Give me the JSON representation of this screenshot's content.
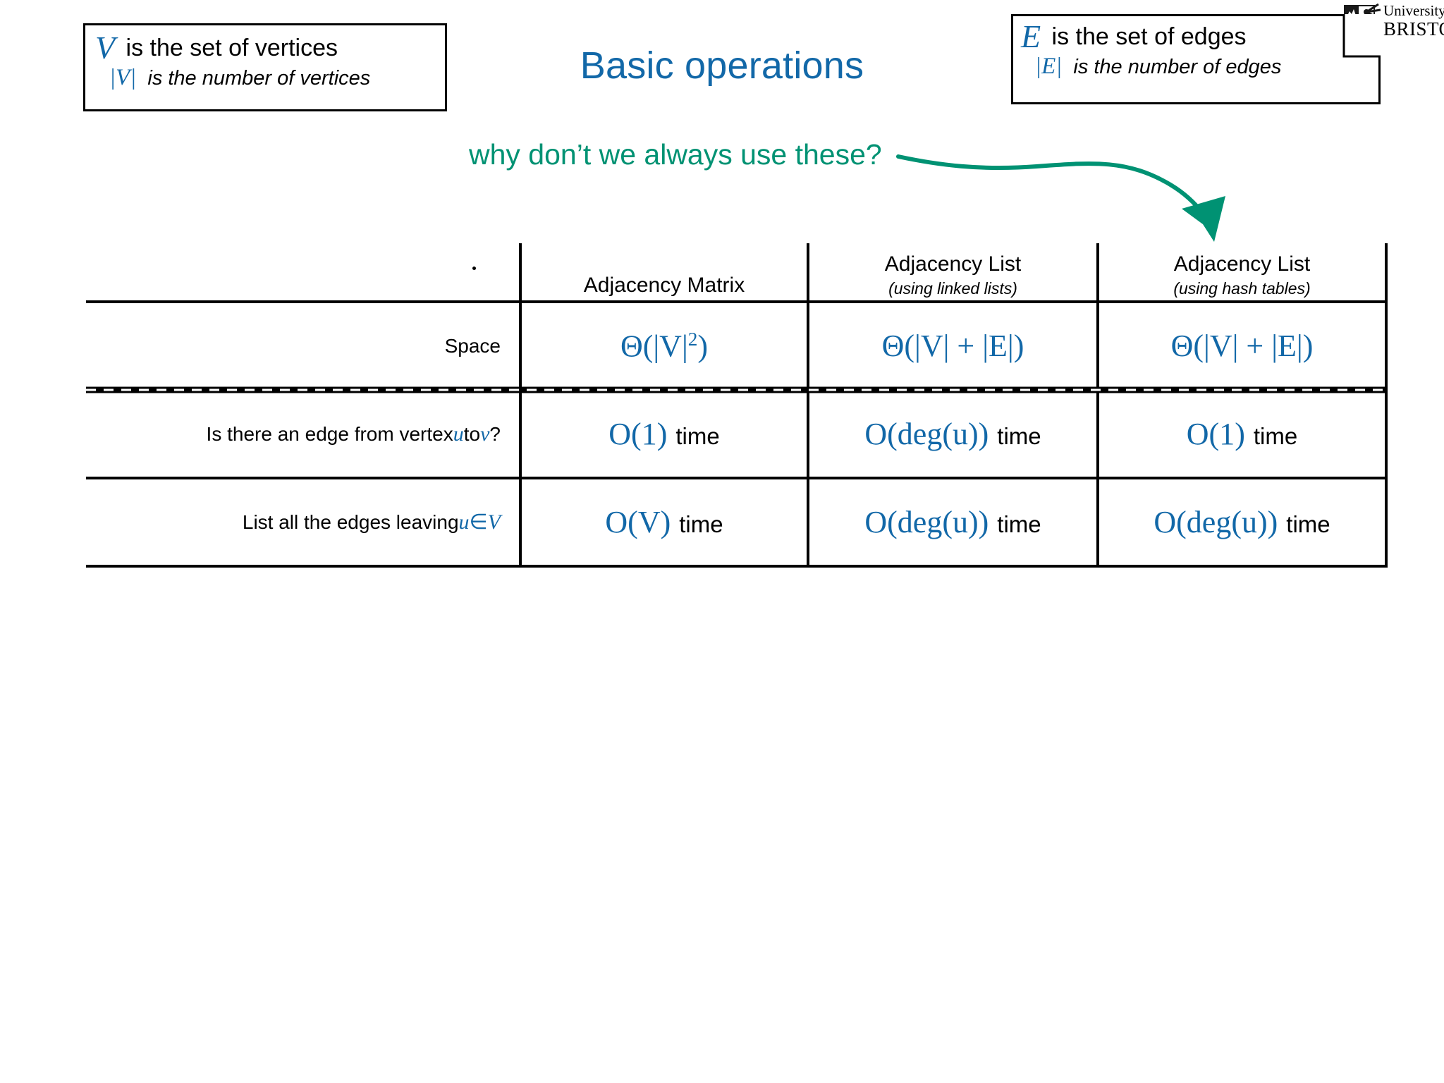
{
  "slide": {
    "title": "Basic operations",
    "title_color": "#1268a8",
    "background": "#ffffff"
  },
  "logo": {
    "name": "university-of-bristol-logo",
    "line1": "University of",
    "line2": "BRISTOL"
  },
  "vertices_box": {
    "symbol": "V",
    "line1_text": " is the set of vertices",
    "cardinality_symbol": "|V|",
    "line2_text": " is the number of vertices"
  },
  "edges_box": {
    "symbol": "E",
    "line1_text": " is the set of edges",
    "cardinality_symbol": "|E|",
    "line2_text": " is the number of edges"
  },
  "annotation": {
    "text": "why don’t we always use these?",
    "color": "#009273"
  },
  "table": {
    "columns": [
      {
        "main": "",
        "sub": ""
      },
      {
        "main": "Adjacency Matrix",
        "sub": ""
      },
      {
        "main": "Adjacency List",
        "sub": "(using linked lists)"
      },
      {
        "main": "Adjacency List",
        "sub": "(using hash tables)"
      }
    ],
    "rows": [
      {
        "label_prefix": "Space",
        "label_math1": "",
        "label_mid": "",
        "label_math2": "",
        "label_suffix": "",
        "cells": [
          {
            "big": "Θ(|V|",
            "sup": "2",
            "close": ")",
            "unit": ""
          },
          {
            "big": "Θ(|V| + |E|)",
            "sup": "",
            "close": "",
            "unit": ""
          },
          {
            "big": "Θ(|V| + |E|)",
            "sup": "",
            "close": "",
            "unit": ""
          }
        ]
      },
      {
        "label_prefix": "Is there an edge from vertex ",
        "label_math1": "u",
        "label_mid": " to ",
        "label_math2": "v",
        "label_suffix": "?",
        "cells": [
          {
            "big": "O(1)",
            "sup": "",
            "close": "",
            "unit": "time"
          },
          {
            "big": "O(deg(u))",
            "sup": "",
            "close": "",
            "unit": "time"
          },
          {
            "big": "O(1)",
            "sup": "",
            "close": "",
            "unit": "time"
          }
        ]
      },
      {
        "label_prefix": "List all the edges leaving ",
        "label_math1": "u",
        "label_mid": " ∈ ",
        "label_math2": "V",
        "label_suffix": "",
        "cells": [
          {
            "big": "O(V)",
            "sup": "",
            "close": "",
            "unit": "time"
          },
          {
            "big": "O(deg(u))",
            "sup": "",
            "close": "",
            "unit": "time"
          },
          {
            "big": "O(deg(u))",
            "sup": "",
            "close": "",
            "unit": "time"
          }
        ]
      }
    ]
  },
  "colors": {
    "math_blue": "#1268a8",
    "annotation_green": "#009273",
    "rule_black": "#000000"
  }
}
